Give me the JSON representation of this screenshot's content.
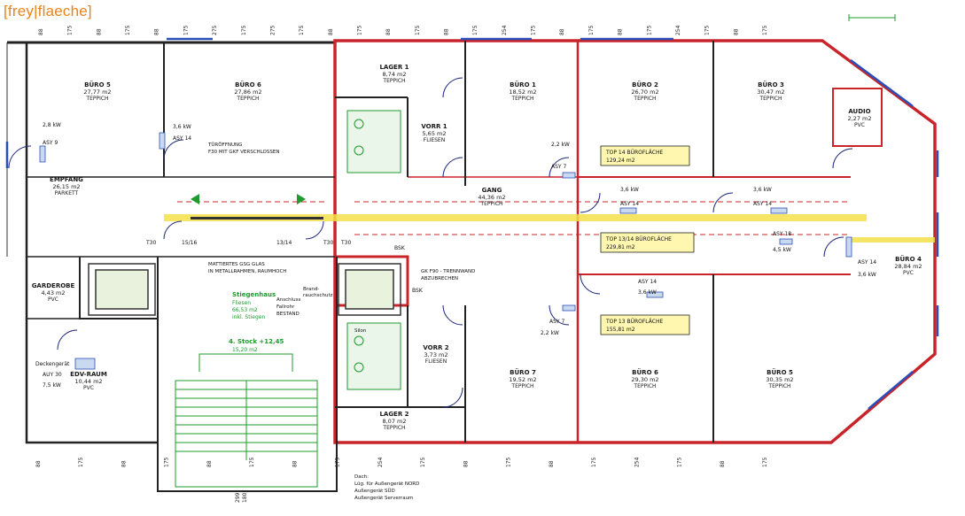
{
  "brand": "[frey|flaeche]",
  "rooms": [
    {
      "name": "BÜRO 5",
      "area": "27,77 m2",
      "floor": "TEPPICH"
    },
    {
      "name": "BÜRO 6",
      "area": "27,86 m2",
      "floor": "TEPPICH"
    },
    {
      "name": "LAGER 1",
      "area": "8,74 m2",
      "floor": "TEPPICH"
    },
    {
      "name": "VORR 1",
      "area": "5,65 m2",
      "floor": "FLIESEN"
    },
    {
      "name": "BÜRO 1",
      "area": "18,52 m2",
      "floor": "TEPPICH"
    },
    {
      "name": "BÜRO 2",
      "area": "26,70 m2",
      "floor": "TEPPICH"
    },
    {
      "name": "BÜRO 3",
      "area": "30,47 m2",
      "floor": "TEPPICH"
    },
    {
      "name": "AUDIO",
      "area": "2,27 m2",
      "floor": "PVC"
    },
    {
      "name": "EMPFANG",
      "area": "26,15 m2",
      "floor": "PARKETT"
    },
    {
      "name": "GANG",
      "area": "44,36 m2",
      "floor": "TEPPICH"
    },
    {
      "name": "GARDEROBE",
      "area": "4,43 m2",
      "floor": "PVC"
    },
    {
      "name": "EDV-RAUM",
      "area": "10,44 m2",
      "floor": "PVC"
    },
    {
      "name": "VORR 2",
      "area": "3,73 m2",
      "floor": "FLIESEN"
    },
    {
      "name": "BÜRO 7",
      "area": "19,52 m2",
      "floor": "TEPPICH"
    },
    {
      "name": "BÜRO 6",
      "area": "29,30 m2",
      "floor": "TEPPICH"
    },
    {
      "name": "BÜRO 5",
      "area": "30,35 m2",
      "floor": "TEPPICH"
    },
    {
      "name": "LAGER 2",
      "area": "8,07 m2",
      "floor": "TEPPICH"
    },
    {
      "name": "BÜRO 4",
      "area": "28,84 m2",
      "floor": "PVC"
    }
  ],
  "tops": [
    {
      "title": "TOP 14 BÜROFLÄCHE",
      "area": "129,24 m2"
    },
    {
      "title": "TOP 13/14 BÜROFLÄCHE",
      "area": "229,81 m2"
    },
    {
      "title": "TOP 13 BÜROFLÄCHE",
      "area": "155,81 m2"
    }
  ],
  "equipment": [
    "2,8 kW",
    "ASY 9",
    "3,6 kW",
    "ASY 14",
    "2,2 kW",
    "ASY 7",
    "3,6 kW",
    "ASY 14",
    "3,6 kW",
    "ASY 14",
    "ASY 18",
    "4,5 kW",
    "ASY 14",
    "3,6 kW",
    "ASY 14",
    "3,6 kW",
    "ASY 7",
    "2,2 kW",
    "AUY 30",
    "7,5 kW",
    "Deckengerät"
  ],
  "notes": {
    "opening": "TÜRÖFFNUNG",
    "opening2": "F30 MIT GKF VERSCHLOSSEN",
    "glass": "MATTIERTES GSG GLAS",
    "glass2": "IN METALLRAHMEN, RAUMHOCH",
    "gk": "GK F90 - TRENNWAND",
    "gk2": "ABZUBRECHEN",
    "stair_title": "Stiegenhaus",
    "stair_l1": "Fliesen",
    "stair_l2": "66,53 m2",
    "stair_l3": "inkl. Stiegen",
    "level": "4. Stock +12,45",
    "level2": "15,20 m2",
    "fire": "Brand-",
    "fire2": "rauchschutz",
    "conn": "Anschluss",
    "conn2": "Fallrohr",
    "conn3": "BESTAND",
    "silo": "Silon",
    "t30a": "T30",
    "t30b": "T30",
    "t30c": "T30",
    "door_a": "15/16",
    "door_b": "13/14",
    "bsk": "BSK",
    "bsk2": "BSK"
  },
  "legend": [
    "Dach:",
    "Lüg. für Außengerät NORD",
    "Außengerät SÜD",
    "Außengerät Serverraum"
  ],
  "dims_top": [
    "88",
    "175",
    "88",
    "175",
    "88",
    "175",
    "275",
    "175",
    "275",
    "175",
    "88",
    "175",
    "88",
    "175",
    "88",
    "175",
    "254",
    "175",
    "88",
    "175",
    "88",
    "175",
    "254",
    "175",
    "88",
    "175"
  ],
  "dims_bottom": [
    "88",
    "175",
    "88",
    "175",
    "88",
    "175",
    "88",
    "175",
    "254",
    "175",
    "88",
    "175",
    "88",
    "175",
    "254",
    "175",
    "88",
    "175"
  ],
  "dims_stair": [
    "299",
    "180"
  ]
}
